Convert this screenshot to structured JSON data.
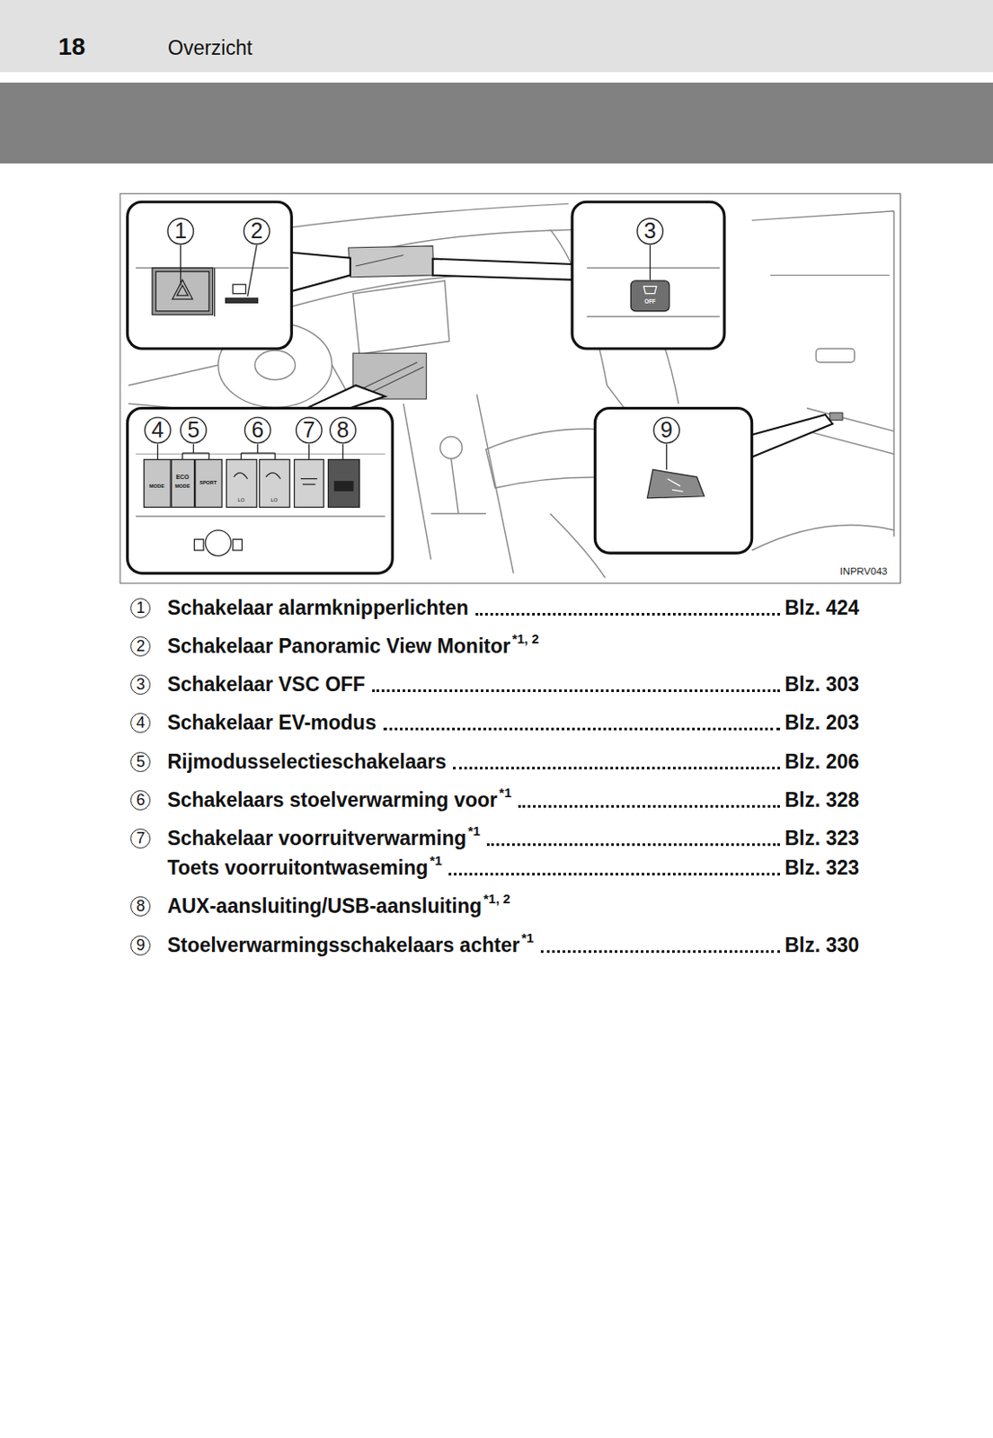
{
  "diagram": {
    "title": "Overzicht",
    "labels": [
      "18",
      "1",
      "2",
      "3",
      "4",
      "5",
      "6",
      "7",
      "8",
      "9",
      "MODE",
      "ECO",
      "MODE",
      "SPORT",
      "LO",
      "LO",
      "OFF",
      "INPRV043",
      "1",
      "Schakelaar alarmknipperlichten",
      "Blz. 424",
      "2",
      "Schakelaar Panoramic View Monitor",
      "*1, 2",
      "3",
      "Schakelaar VSC OFF",
      "Blz. 303",
      "4",
      "Schakelaar EV-modus",
      "Blz. 203",
      "5",
      "Rijmodusselectieschakelaars",
      "Blz. 206",
      "6",
      "Schakelaars stoelverwarming voor",
      "*1",
      "Blz. 328",
      "7",
      "Schakelaar voorruitverwarming",
      "*1",
      "Blz. 323",
      "Toets voorruitontwaseming",
      "*1",
      "Blz. 323",
      "8",
      "AUX-aansluiting/USB-aansluiting",
      "*1, 2",
      "9",
      "Stoelverwarmingsschakelaars achter",
      "*1",
      "Blz. 330"
    ]
  }
}
